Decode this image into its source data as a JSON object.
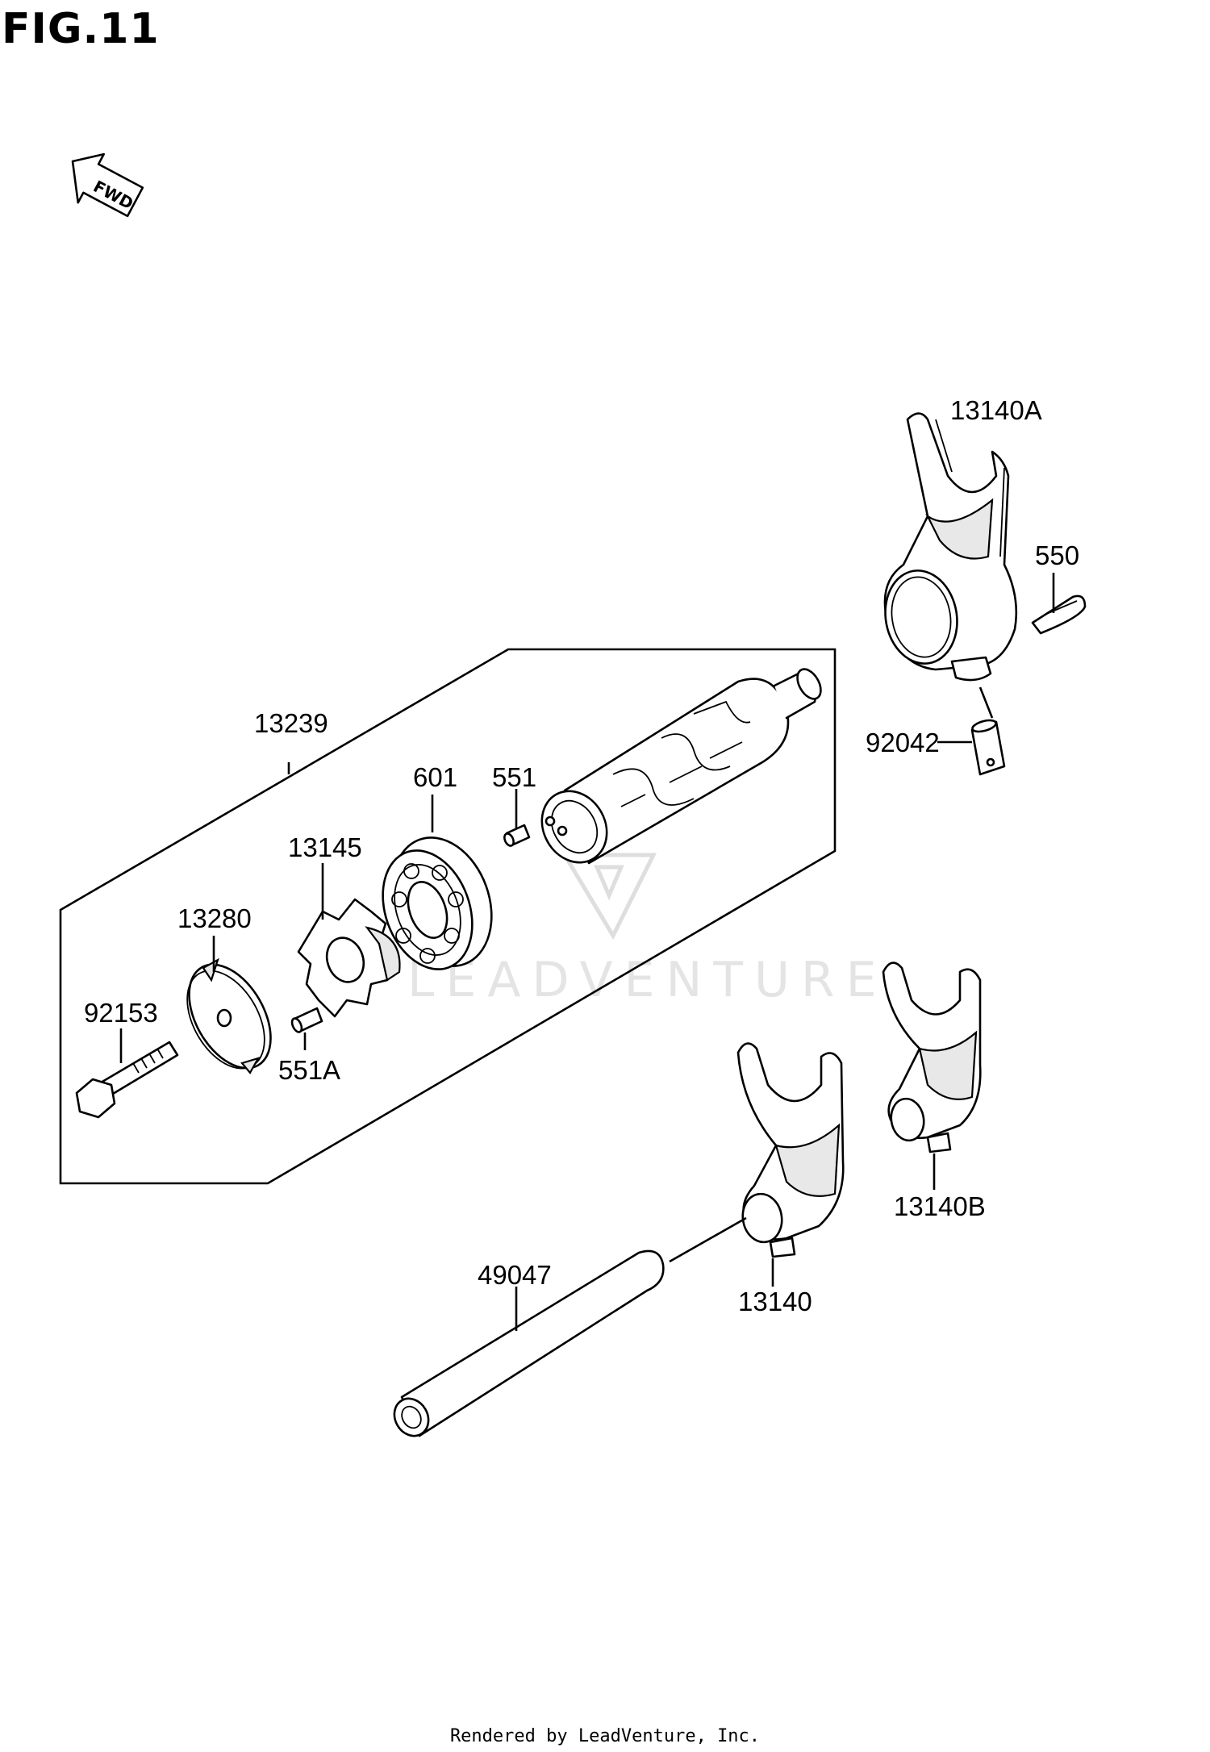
{
  "title": "FIG.11",
  "fwd_label": "FWD",
  "watermark_text": "LEADVENTURE",
  "footer": "Rendered by LeadVenture, Inc.",
  "callouts": {
    "c13140A": "13140A",
    "c550": "550",
    "c92042": "92042",
    "c13239": "13239",
    "c601": "601",
    "c551": "551",
    "c13145": "13145",
    "c13280": "13280",
    "c92153": "92153",
    "c551A": "551A",
    "c13140B": "13140B",
    "c49047": "49047",
    "c13140": "13140"
  }
}
